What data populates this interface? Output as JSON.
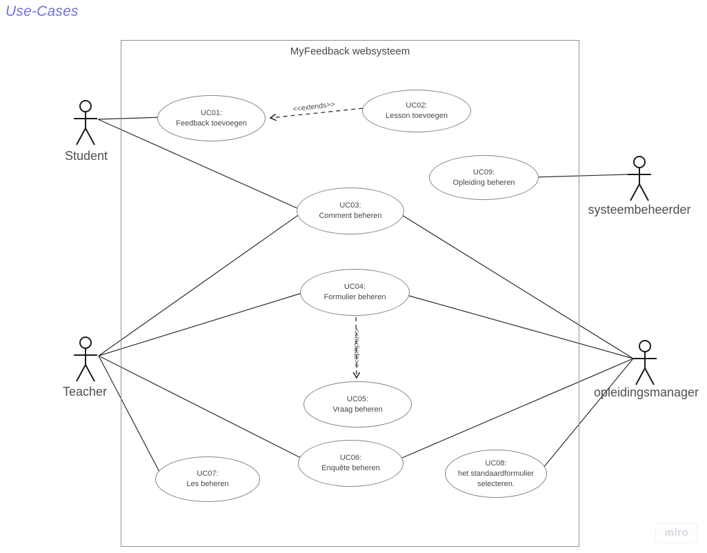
{
  "page": {
    "title": "Use-Cases",
    "watermark": "miro"
  },
  "diagram": {
    "system_title": "MyFeedback websysteem",
    "use_cases": [
      {
        "id": "UC01:",
        "name": "Feedback toevoegen"
      },
      {
        "id": "UC02:",
        "name": "Lesson toevoegen"
      },
      {
        "id": "UC03:",
        "name": "Comment beheren"
      },
      {
        "id": "UC04:",
        "name": "Formulier beheren"
      },
      {
        "id": "UC05:",
        "name": "Vraag beheren"
      },
      {
        "id": "UC06:",
        "name": "Enquête beheren"
      },
      {
        "id": "UC07:",
        "name": "Les beheren"
      },
      {
        "id": "UC08:",
        "name": "het standaardformulier selecteren."
      },
      {
        "id": "UC09:",
        "name": "Opleiding beheren"
      }
    ],
    "actors": [
      {
        "name": "Student"
      },
      {
        "name": "Teacher"
      },
      {
        "name": "systeembeheerder"
      },
      {
        "name": "opleidingsmanager"
      }
    ],
    "labels": {
      "extends": "<<extends>>",
      "include": "<<include>>"
    }
  },
  "colors": {
    "page_title": "#6f6fe0",
    "connector_line": "#2b2b2b",
    "shape_border": "#848484",
    "boundary_border": "#909090",
    "text": "#474747",
    "watermark": "#d6d4e1"
  }
}
